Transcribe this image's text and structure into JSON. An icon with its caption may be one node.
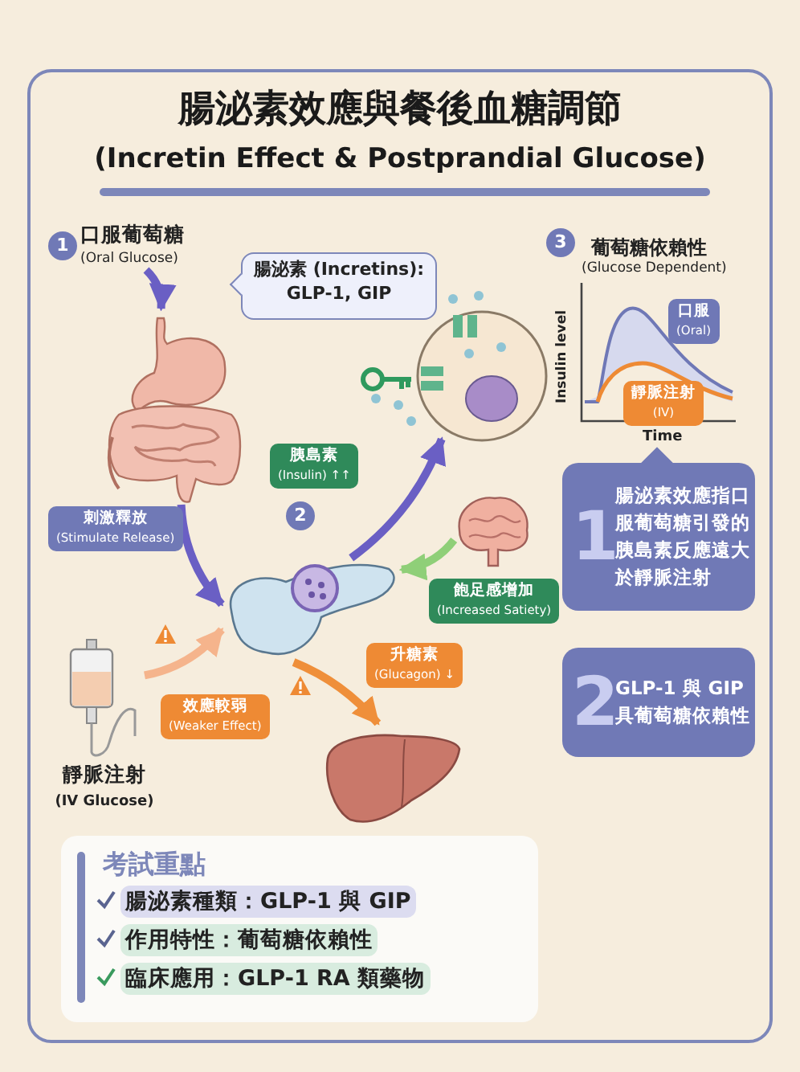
{
  "diagram": {
    "title": "腸泌素效應與餐後血糖調節 (Incretin Effect & Postprandial Glucose)",
    "nodes": [
      {
        "text": [
          "口服葡萄糖",
          "(Oral Glucose)"
        ]
      },
      {
        "text": [],
        "shape": "picture"
      },
      {
        "text": [
          "腸泌素 (Incretins): GLP-1, GIP"
        ]
      },
      {
        "text": [],
        "shape": "picture"
      },
      {
        "text": [],
        "shape": "picture"
      },
      {
        "text": [],
        "shape": "picture"
      },
      {
        "text": [],
        "shape": "picture"
      },
      {
        "text": [],
        "shape": "picture",
        "beside": [
          "靜脈注射 (IV Glucose)"
        ]
      },
      {
        "text": [
          "1",
          "腸泌素效應指口服葡萄糖引發的胰島素反應遠大於靜脈注射"
        ]
      },
      {
        "text": [
          "2",
          "GLP-1 與 GIP 具葡萄糖依賴性"
        ]
      },
      {
        "text": [
          "考試重點",
          "腸泌素種類：GLP-1 與 GIP",
          "作用特性：葡萄糖依賴性",
          "臨床應用：GLP-1 RA 類藥物"
        ]
      }
    ],
    "edges": [
      {
        "from": 0,
        "to": 1,
        "arrow": "to"
      },
      {
        "from": 1,
        "to": 4,
        "arrow": "to",
        "label": "刺激釋放 (Stimulate Release)"
      },
      {
        "from": 4,
        "to": 3,
        "arrow": "to",
        "label": "胰島素 (Insulin) ↑↑"
      },
      {
        "from": 5,
        "to": 4,
        "arrow": "to",
        "label": "飽足感增加 (Increased Satiety)",
        "color": "#8fcf78"
      },
      {
        "from": 4,
        "to": 6,
        "arrow": "to",
        "label": "升糖素 (Glucagon) ↓",
        "color": "#ef8f3a"
      },
      {
        "from": 7,
        "to": 4,
        "arrow": "to",
        "label": "效應較弱 (Weaker Effect)",
        "color": "#f5b48c"
      }
    ],
    "labels": [
      "1",
      "2",
      "3",
      "葡萄糖依賴性",
      "(Glucose Dependent)",
      "Insulin level",
      "Time",
      "口服 (Oral)",
      "靜脈注射 (IV)"
    ]
  }
}
